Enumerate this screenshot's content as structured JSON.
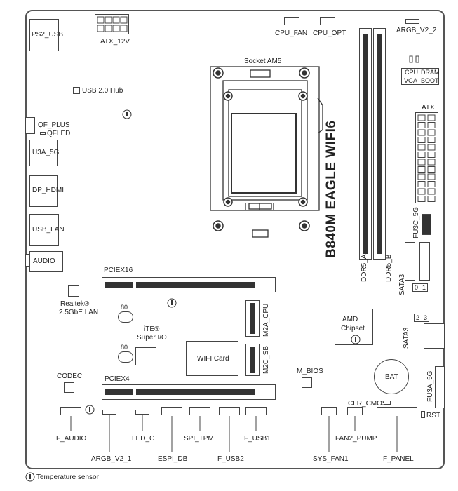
{
  "labels": {
    "ps2_usb": "PS2_USB",
    "atx_12v": "ATX_12V",
    "cpu_fan": "CPU_FAN",
    "cpu_opt": "CPU_OPT",
    "argb_v2_2": "ARGB_V2_2",
    "socket": "Socket AM5",
    "usb20_hub": "USB 2.0 Hub",
    "qf_plus": "QF_PLUS",
    "qfled": "QFLED",
    "u3a_5g": "U3A_5G",
    "dp_hdmi": "DP_HDMI",
    "usb_lan": "USB_LAN",
    "audio": "AUDIO",
    "board_name": "B840M EAGLE WIFI6",
    "ddr5_a": "DDR5_A",
    "ddr5_b": "DDR5_B",
    "atx": "ATX",
    "fu3c_5g": "FU3C_5G",
    "sata3_top": "SATA3",
    "sata_top_0": "0",
    "sata_top_1": "1",
    "sata3_bottom": "SATA3",
    "sata_bot_2": "2",
    "sata_bot_3": "3",
    "cpu_led": "CPU",
    "dram_led": "DRAM",
    "vga_led": "VGA",
    "boot_led": "BOOT",
    "pciex16": "PCIEX16",
    "realtek": "Realtek®",
    "realtek_lan": "2.5GbE LAN",
    "ite_num": "80",
    "ite": "iTE®",
    "super_io": "Super I/O",
    "ite_num2": "80",
    "m2a_cpu": "M2A_CPU",
    "m2c_sb": "M2C_SB",
    "wifi_card": "WIFI Card",
    "amd_chipset_1": "AMD",
    "amd_chipset_2": "Chipset",
    "codec": "CODEC",
    "pciex4": "PCIEX4",
    "m_bios": "M_BIOS",
    "bat": "BAT",
    "fu3a_5g": "FU3A_5G",
    "clr_cmos": "CLR_CMOS",
    "rst": "RST",
    "f_audio": "F_AUDIO",
    "argb_v2_1": "ARGB_V2_1",
    "led_c": "LED_C",
    "espi_db": "ESPI_DB",
    "spi_tpm": "SPI_TPM",
    "f_usb2": "F_USB2",
    "f_usb1": "F_USB1",
    "sys_fan1": "SYS_FAN1",
    "fan2_pump": "FAN2_PUMP",
    "f_panel": "F_PANEL",
    "temp_sensor": "Temperature sensor"
  },
  "colors": {
    "outline": "#444444",
    "dark": "#333333",
    "board": "#555555"
  }
}
